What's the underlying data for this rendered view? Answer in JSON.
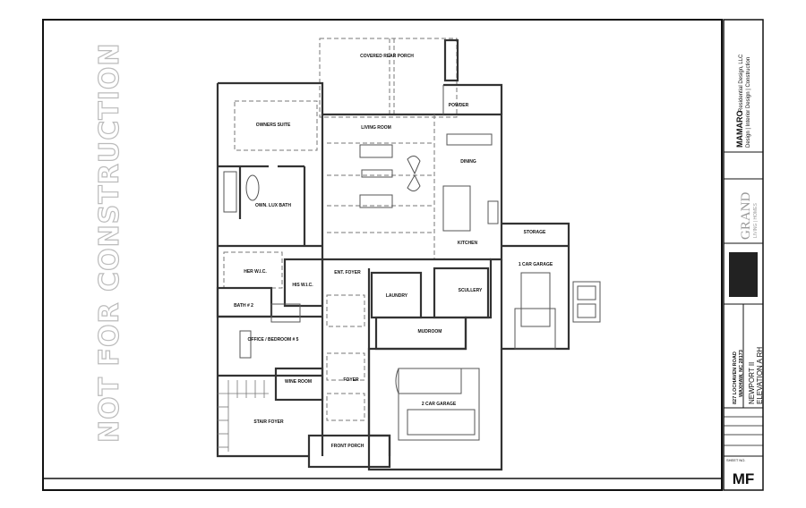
{
  "watermark": "NOT FOR CONSTRUCTION",
  "rooms": {
    "covered_rear_porch": "COVERED REAR PORCH",
    "owners_suite": "OWNERS SUITE",
    "owners_bath": "OWN. LUX BATH",
    "living_room": "LIVING ROOM",
    "dining": "DINING",
    "kitchen": "KITCHEN",
    "powder_rear": "POWDER",
    "her_wic": "HER W.I.C.",
    "his_wic": "HIS W.I.C.",
    "bath_2": "BATH # 2",
    "office_bedroom_5": "OFFICE / BEDROOM # 5",
    "wine_room": "WINE ROOM",
    "stair_foyer": "STAIR FOYER",
    "ent_foyer": "ENT. FOYER",
    "foyer": "FOYER",
    "front_porch": "FRONT PORCH",
    "laundry": "LAUNDRY",
    "scullery": "SCULLERY",
    "mudroom": "MUDROOM",
    "storage": "STORAGE",
    "one_car_garage": "1 CAR GARAGE",
    "two_car_garage": "2 CAR GARAGE"
  },
  "title_block": {
    "company": "MAMARO",
    "company_suffix": "Residential Design, LLC",
    "services": "Design | Interior Design | Construction",
    "logo_text": "GRAND",
    "logo_sub": "LIVING | HOMES",
    "address_line1": "827 LOCHAVEN ROAD",
    "address_line2": "WAXHAW, NC 28173",
    "plan_name": "NEWPORT II",
    "elevation": "ELEVATION A RH",
    "sheet_no_label": "SHEET NO.",
    "sheet_no": "MF"
  }
}
